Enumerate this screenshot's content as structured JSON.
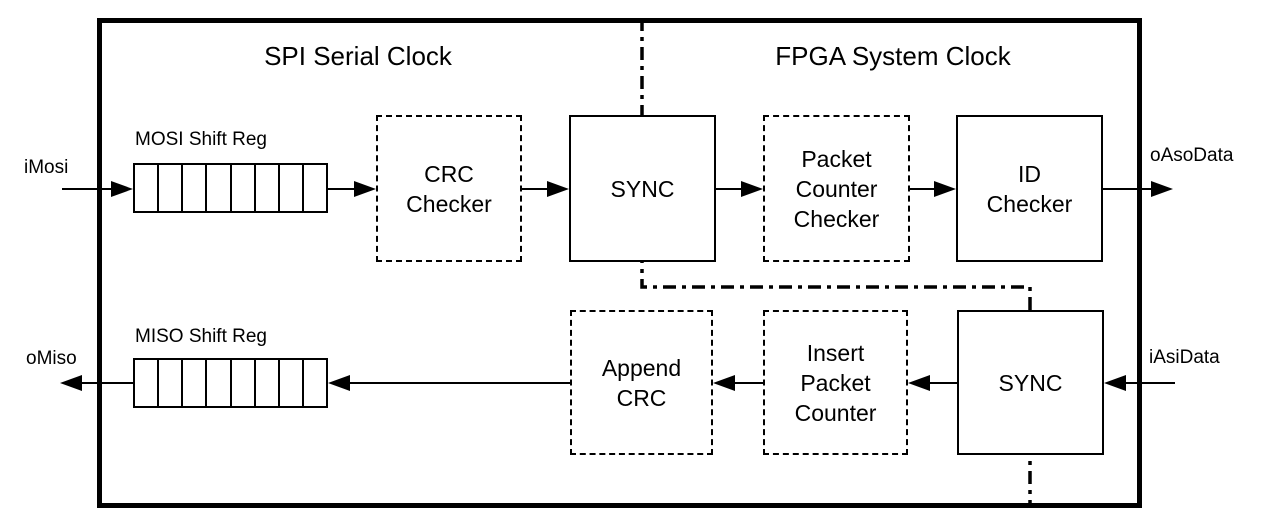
{
  "domains": {
    "spi": {
      "label": "SPI Serial Clock"
    },
    "fpga": {
      "label": "FPGA System Clock"
    }
  },
  "ports": {
    "imosi": {
      "label": "iMosi"
    },
    "omiso": {
      "label": "oMiso"
    },
    "oasodata": {
      "label": "oAsoData"
    },
    "iasidata": {
      "label": "iAsiData"
    }
  },
  "registers": {
    "mosi": {
      "label": "MOSI Shift Reg",
      "cells": 8
    },
    "miso": {
      "label": "MISO Shift Reg",
      "cells": 8
    }
  },
  "blocks": {
    "crc_checker": {
      "label": "CRC\nChecker",
      "style": "dashed"
    },
    "sync_rx": {
      "label": "SYNC",
      "style": "solid"
    },
    "packet_counter_checker": {
      "label": "Packet\nCounter\nChecker",
      "style": "dashed"
    },
    "id_checker": {
      "label": "ID\nChecker",
      "style": "solid"
    },
    "sync_tx": {
      "label": "SYNC",
      "style": "solid"
    },
    "insert_packet_counter": {
      "label": "Insert\nPacket\nCounter",
      "style": "dashed"
    },
    "append_crc": {
      "label": "Append\nCRC",
      "style": "dashed"
    }
  },
  "colors": {
    "line": "#000000",
    "background": "#ffffff"
  }
}
